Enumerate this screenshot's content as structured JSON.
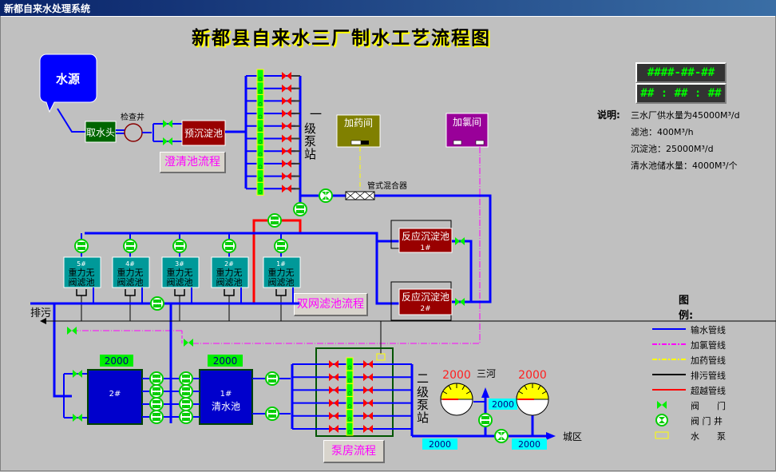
{
  "window": {
    "title": "新都自来水处理系统"
  },
  "header": {
    "title": "新都县自来水三厂制水工艺流程图"
  },
  "clock": {
    "date": "####-##-##",
    "time": "## : ## : ##"
  },
  "notes": {
    "label": "说明:",
    "lines": [
      "三水厂供水量为45000M³/d",
      "滤池：400M³/h",
      "沉淀池：25000M³/d",
      "清水池储水量：4000M³/个"
    ]
  },
  "nodes": {
    "water_source": "水源",
    "intake": "取水头",
    "inspection_well": "检查井",
    "pre_sedimentation": "预沉淀池",
    "pump_station_1": "一级泵站",
    "dosing_room": "加药间",
    "chlorine_room": "加氯间",
    "pipe_mixer": "管式混合器",
    "reaction_tank_1": {
      "name": "反应沉淀池",
      "no": "1#"
    },
    "reaction_tank_2": {
      "name": "反应沉淀池",
      "no": "2#"
    },
    "filters": [
      {
        "no": "5#",
        "name1": "重力无",
        "name2": "阀滤池"
      },
      {
        "no": "4#",
        "name1": "重力无",
        "name2": "阀滤池"
      },
      {
        "no": "3#",
        "name1": "重力无",
        "name2": "阀滤池"
      },
      {
        "no": "2#",
        "name1": "重力无",
        "name2": "阀滤池"
      },
      {
        "no": "1#",
        "name1": "重力无",
        "name2": "阀滤池"
      }
    ],
    "drain": "排污",
    "clear_tank_2": {
      "no": "2#",
      "level": "2000"
    },
    "clear_tank_1": {
      "no": "1#",
      "name": "清水池",
      "level": "2000"
    },
    "pump_station_2": "二级泵站",
    "destination_river": "三河",
    "destination_city": "城区"
  },
  "gauges": [
    {
      "value": "2000",
      "fill": 0.5
    },
    {
      "value": "2000",
      "fill": 0.5
    }
  ],
  "flow_readouts": {
    "main_out": "2000",
    "river_branch": "2000",
    "city_out": "2000"
  },
  "buttons": {
    "clarifier": "澄清池流程",
    "filter": "双网滤池流程",
    "pump_room": "泵房流程"
  },
  "legend": {
    "title": "图例:",
    "items": [
      {
        "label": "输水管线",
        "type": "line",
        "color": "#0000ff"
      },
      {
        "label": "加氯管线",
        "type": "dashdot",
        "color": "#ff00ff"
      },
      {
        "label": "加药管线",
        "type": "dashdot",
        "color": "#ffff00"
      },
      {
        "label": "排污管线",
        "type": "line",
        "color": "#000000"
      },
      {
        "label": "超越管线",
        "type": "line",
        "color": "#ff0000"
      },
      {
        "label": "阀　　门",
        "type": "valve"
      },
      {
        "label": "阀 门 井",
        "type": "valve-well"
      },
      {
        "label": "水　　泵",
        "type": "pump"
      }
    ]
  },
  "colors": {
    "water_pipe": "#0000ff",
    "chlorine_pipe": "#ff00ff",
    "dosing_pipe": "#ffff00",
    "drain_pipe": "#000000",
    "bypass_pipe": "#ff0000",
    "valve_open": "#00ff00",
    "valve_closed": "#ff0000",
    "tank_red": "#990000",
    "filter_teal": "#009999"
  }
}
